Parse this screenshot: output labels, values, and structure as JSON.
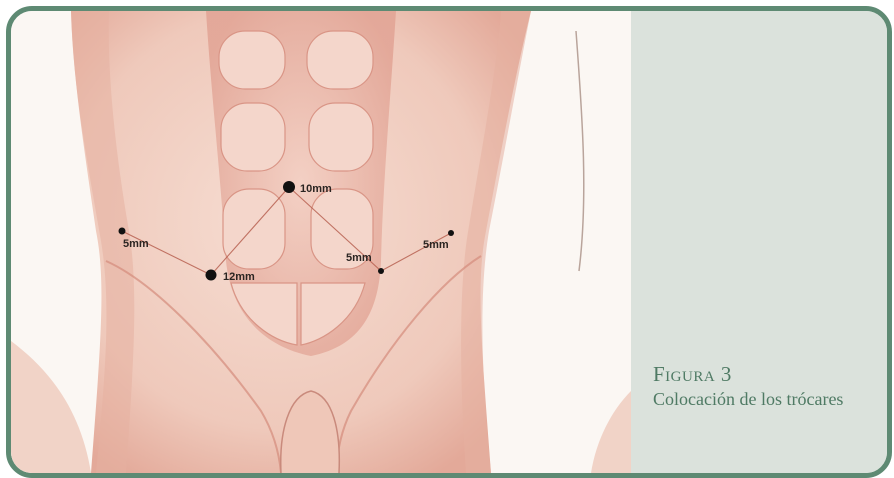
{
  "figure": {
    "label": "Figura 3",
    "caption": "Colocación de los trócares"
  },
  "trocars": [
    {
      "id": "umbilical",
      "label": "10mm"
    },
    {
      "id": "left-lower",
      "label": "12mm"
    },
    {
      "id": "far-left",
      "label": "5mm"
    },
    {
      "id": "right-lower",
      "label": "5mm"
    },
    {
      "id": "far-right",
      "label": "5mm"
    }
  ],
  "colors": {
    "frame": "#5e8a73",
    "caption_panel": "#dbe2dc",
    "caption_text": "#4f7a64",
    "skin": "#f2d2c6",
    "skin_shadow": "#d88c7d"
  }
}
